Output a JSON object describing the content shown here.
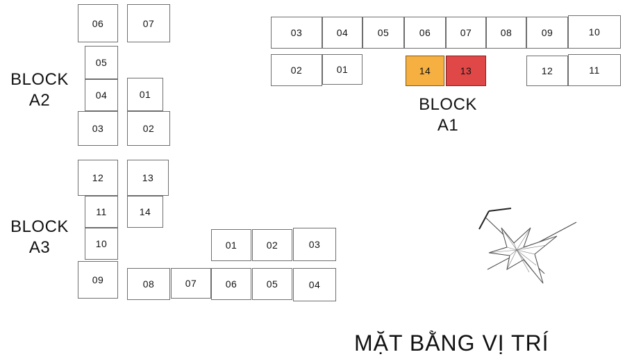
{
  "title": "MẶT BẰNG VỊ TRÍ",
  "blocks": {
    "a1": {
      "label_line1": "BLOCK",
      "label_line2": "A1",
      "units": [
        "03",
        "04",
        "05",
        "06",
        "07",
        "08",
        "09",
        "10",
        "02",
        "01",
        "14",
        "13",
        "12",
        "11"
      ],
      "highlighted": {
        "14": "#f5b041",
        "13": "#e04848"
      }
    },
    "a2": {
      "label_line1": "BLOCK",
      "label_line2": "A2",
      "units": [
        "06",
        "07",
        "05",
        "04",
        "01",
        "03",
        "02"
      ]
    },
    "a3": {
      "label_line1": "BLOCK",
      "label_line2": "A3",
      "units": [
        "12",
        "13",
        "11",
        "14",
        "10",
        "01",
        "02",
        "03",
        "09",
        "08",
        "07",
        "06",
        "05",
        "04"
      ]
    }
  },
  "compass_icon": "north-arrow-compass-icon"
}
